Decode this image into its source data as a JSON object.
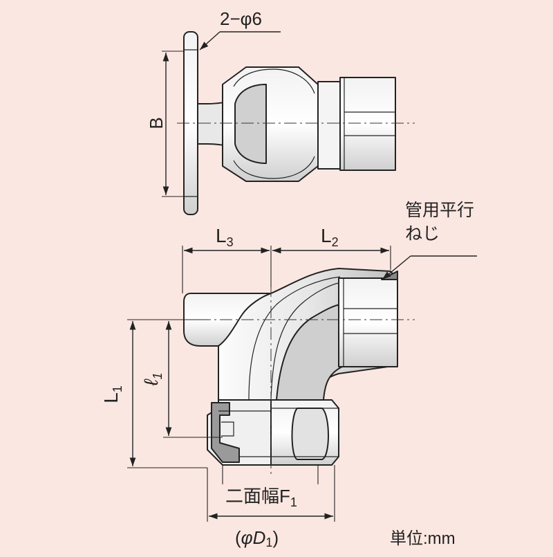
{
  "labels": {
    "hole_spec": "2−φ6",
    "dim_b": "B",
    "dim_l3_main": "L",
    "dim_l3_sub": "3",
    "dim_l2_main": "L",
    "dim_l2_sub": "2",
    "thread_line1": "管用平行",
    "thread_line2": "ねじ",
    "dim_l1_main": "L",
    "dim_l1_sub": "1",
    "dim_ell1_main": "ℓ",
    "dim_ell1_sub": "1",
    "width_across_main": "二面幅F",
    "width_across_sub": "1",
    "dia_open": "(",
    "dia_phi": "φD",
    "dia_sub": "1",
    "dia_close": ")",
    "unit": "単位:mm"
  },
  "colors": {
    "background": "#fbe7e1",
    "part_fill": "#ffffff",
    "part_shade": "#d9d9d9",
    "part_dark": "#9a9a9a",
    "line": "#222222"
  }
}
